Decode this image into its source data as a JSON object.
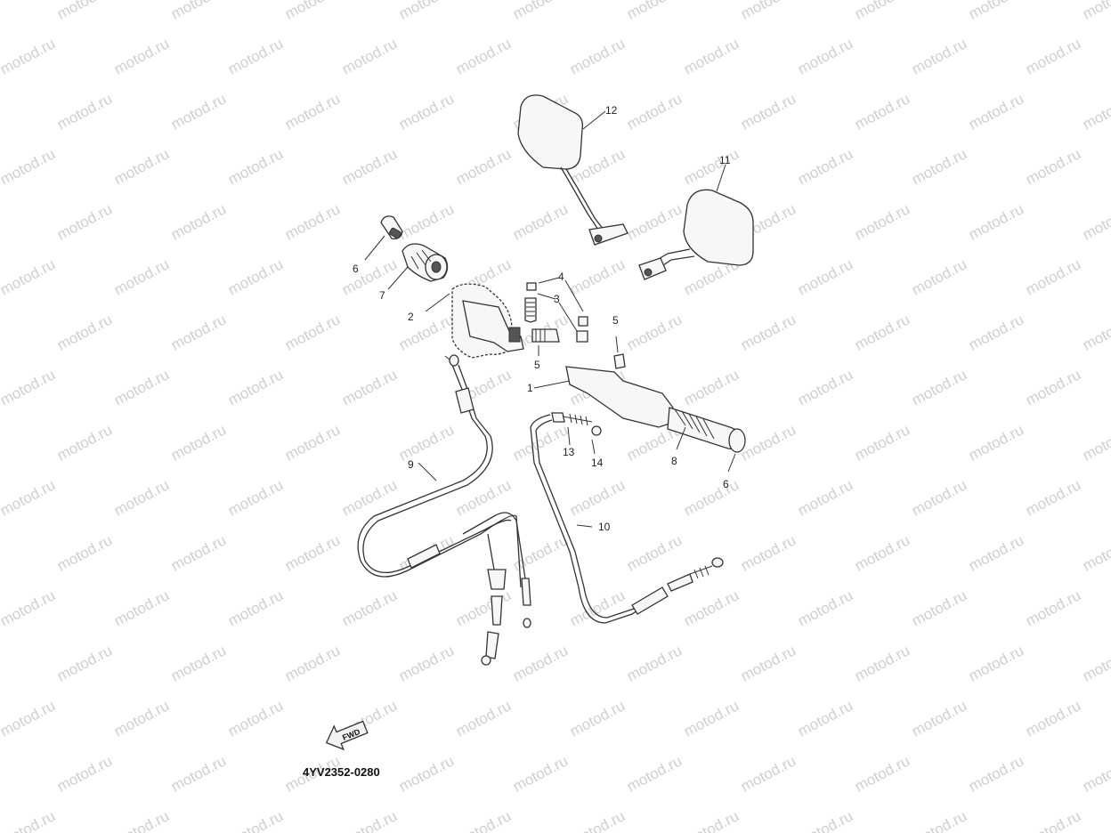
{
  "watermark": {
    "text": "motod.ru"
  },
  "diagram": {
    "fwd_label": "FWD",
    "code": "4YV2352-0280",
    "callouts": [
      {
        "id": "12",
        "text": "12"
      },
      {
        "id": "11",
        "text": "11"
      },
      {
        "id": "6a",
        "text": "6"
      },
      {
        "id": "7",
        "text": "7"
      },
      {
        "id": "2",
        "text": "2"
      },
      {
        "id": "4",
        "text": "4"
      },
      {
        "id": "3",
        "text": "3"
      },
      {
        "id": "5a",
        "text": "5"
      },
      {
        "id": "5b",
        "text": "5"
      },
      {
        "id": "1",
        "text": "1"
      },
      {
        "id": "8",
        "text": "8"
      },
      {
        "id": "6b",
        "text": "6"
      },
      {
        "id": "13",
        "text": "13"
      },
      {
        "id": "14",
        "text": "14"
      },
      {
        "id": "9",
        "text": "9"
      },
      {
        "id": "10",
        "text": "10"
      }
    ]
  }
}
